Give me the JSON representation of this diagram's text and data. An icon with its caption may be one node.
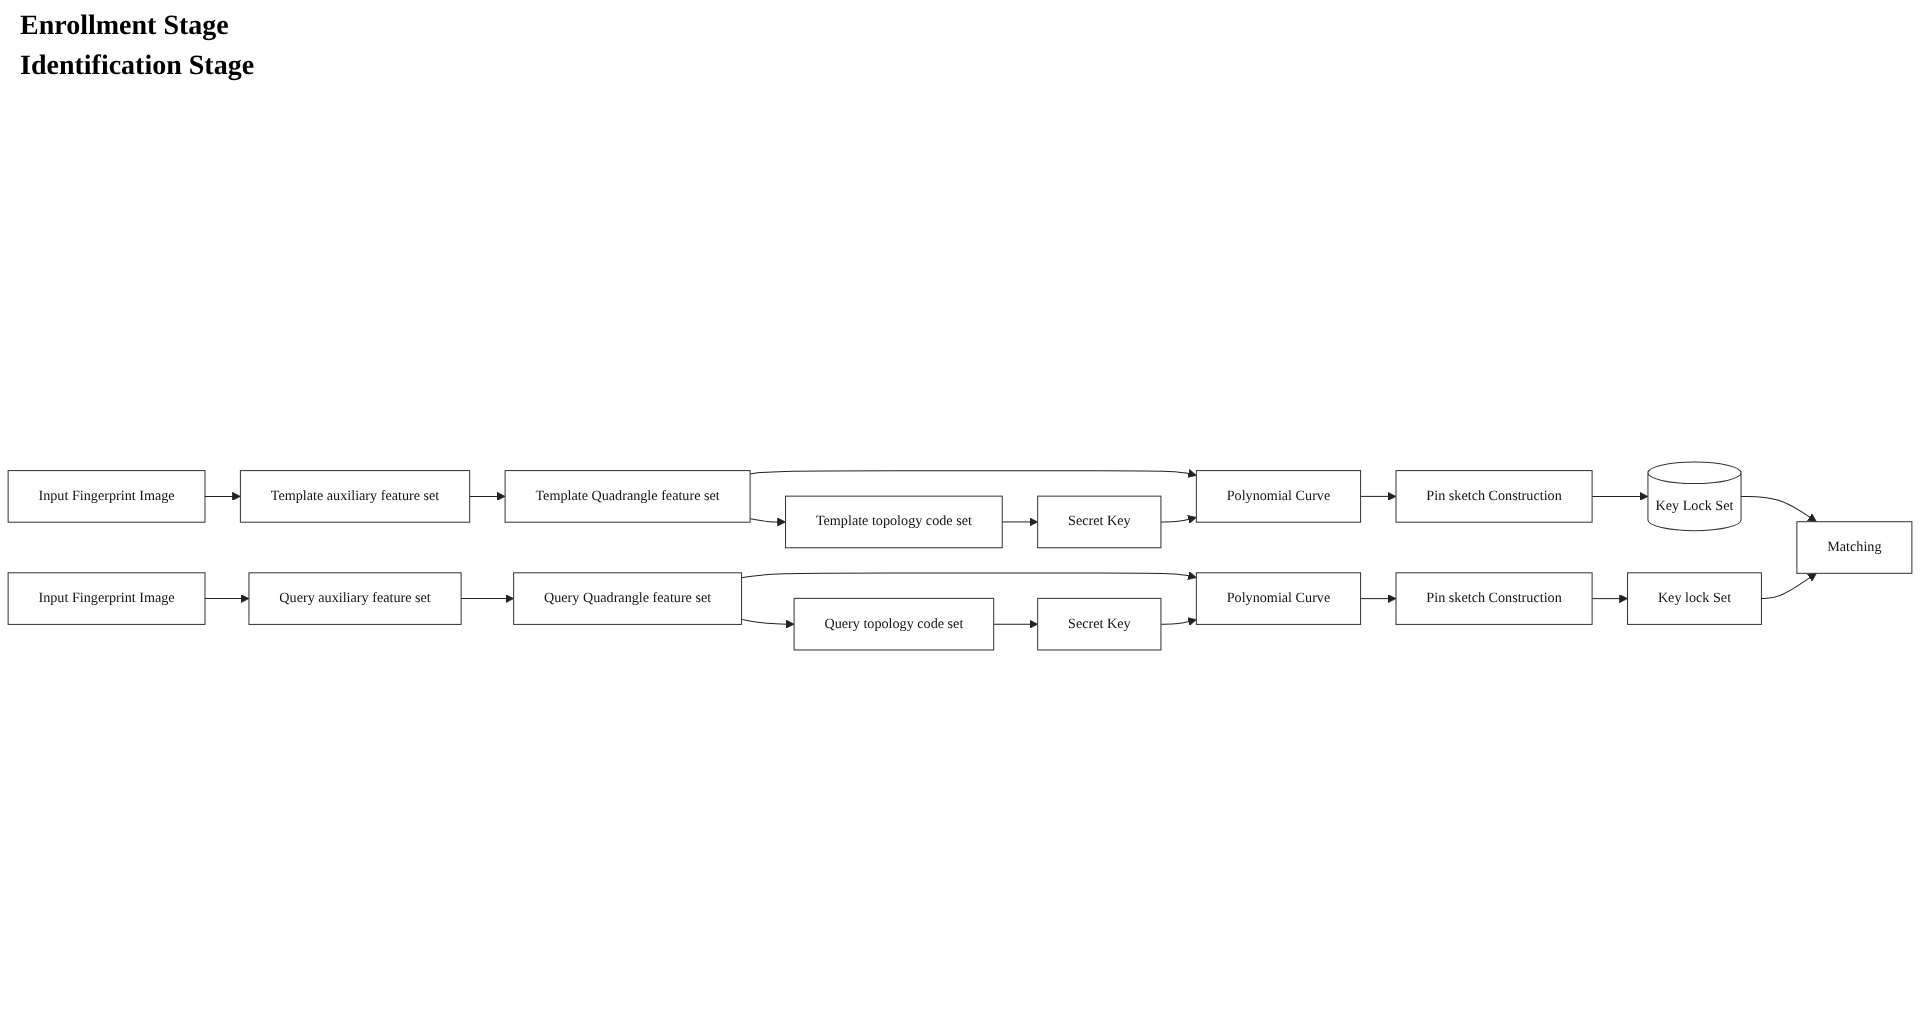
{
  "diagram": {
    "nodes": [
      {
        "text": [
          "Input Fingerprint Image"
        ]
      },
      {
        "text": [
          "Template auxiliary feature set"
        ]
      },
      {
        "text": [
          "Template Quadrangle feature set"
        ]
      },
      {
        "text": [
          "Polynomial Curve"
        ]
      },
      {
        "text": [
          "Pin sketch Construction"
        ]
      },
      {
        "text": [
          "Key Lock Set"
        ]
      },
      {
        "text": [
          "Template topology code set"
        ]
      },
      {
        "text": [
          "Secret Key"
        ]
      },
      {
        "text": [
          "Matching"
        ]
      },
      {
        "text": [
          "Input Fingerprint Image"
        ]
      },
      {
        "text": [
          "Query auxiliary feature set"
        ]
      },
      {
        "text": [
          "Query Quadrangle feature set"
        ]
      },
      {
        "text": [
          "Polynomial Curve"
        ]
      },
      {
        "text": [
          "Pin sketch Construction"
        ]
      },
      {
        "text": [
          "Key lock Set"
        ]
      },
      {
        "text": [
          "Query topology code set"
        ]
      },
      {
        "text": [
          "Secret Key"
        ]
      }
    ],
    "edges": [
      {
        "from": 0,
        "to": 1,
        "arrow": "to"
      },
      {
        "from": 1,
        "to": 2,
        "arrow": "to"
      },
      {
        "from": 2,
        "to": 3,
        "arrow": "to"
      },
      {
        "from": 3,
        "to": 4,
        "arrow": "to"
      },
      {
        "from": 4,
        "to": 5,
        "arrow": "to"
      },
      {
        "from": 2,
        "to": 6,
        "arrow": "to"
      },
      {
        "from": 6,
        "to": 7,
        "arrow": "to"
      },
      {
        "from": 7,
        "to": 3,
        "arrow": "to"
      },
      {
        "from": 5,
        "to": 8,
        "arrow": "to"
      },
      {
        "from": 9,
        "to": 10,
        "arrow": "to"
      },
      {
        "from": 10,
        "to": 11,
        "arrow": "to"
      },
      {
        "from": 11,
        "to": 12,
        "arrow": "to"
      },
      {
        "from": 12,
        "to": 13,
        "arrow": "to"
      },
      {
        "from": 13,
        "to": 14,
        "arrow": "to"
      },
      {
        "from": 11,
        "to": 15,
        "arrow": "to"
      },
      {
        "from": 15,
        "to": 16,
        "arrow": "to"
      },
      {
        "from": 16,
        "to": 12,
        "arrow": "to"
      },
      {
        "from": 14,
        "to": 8,
        "arrow": "to"
      }
    ],
    "labels": [
      "Enrollment Stage",
      "Identification Stage"
    ]
  }
}
